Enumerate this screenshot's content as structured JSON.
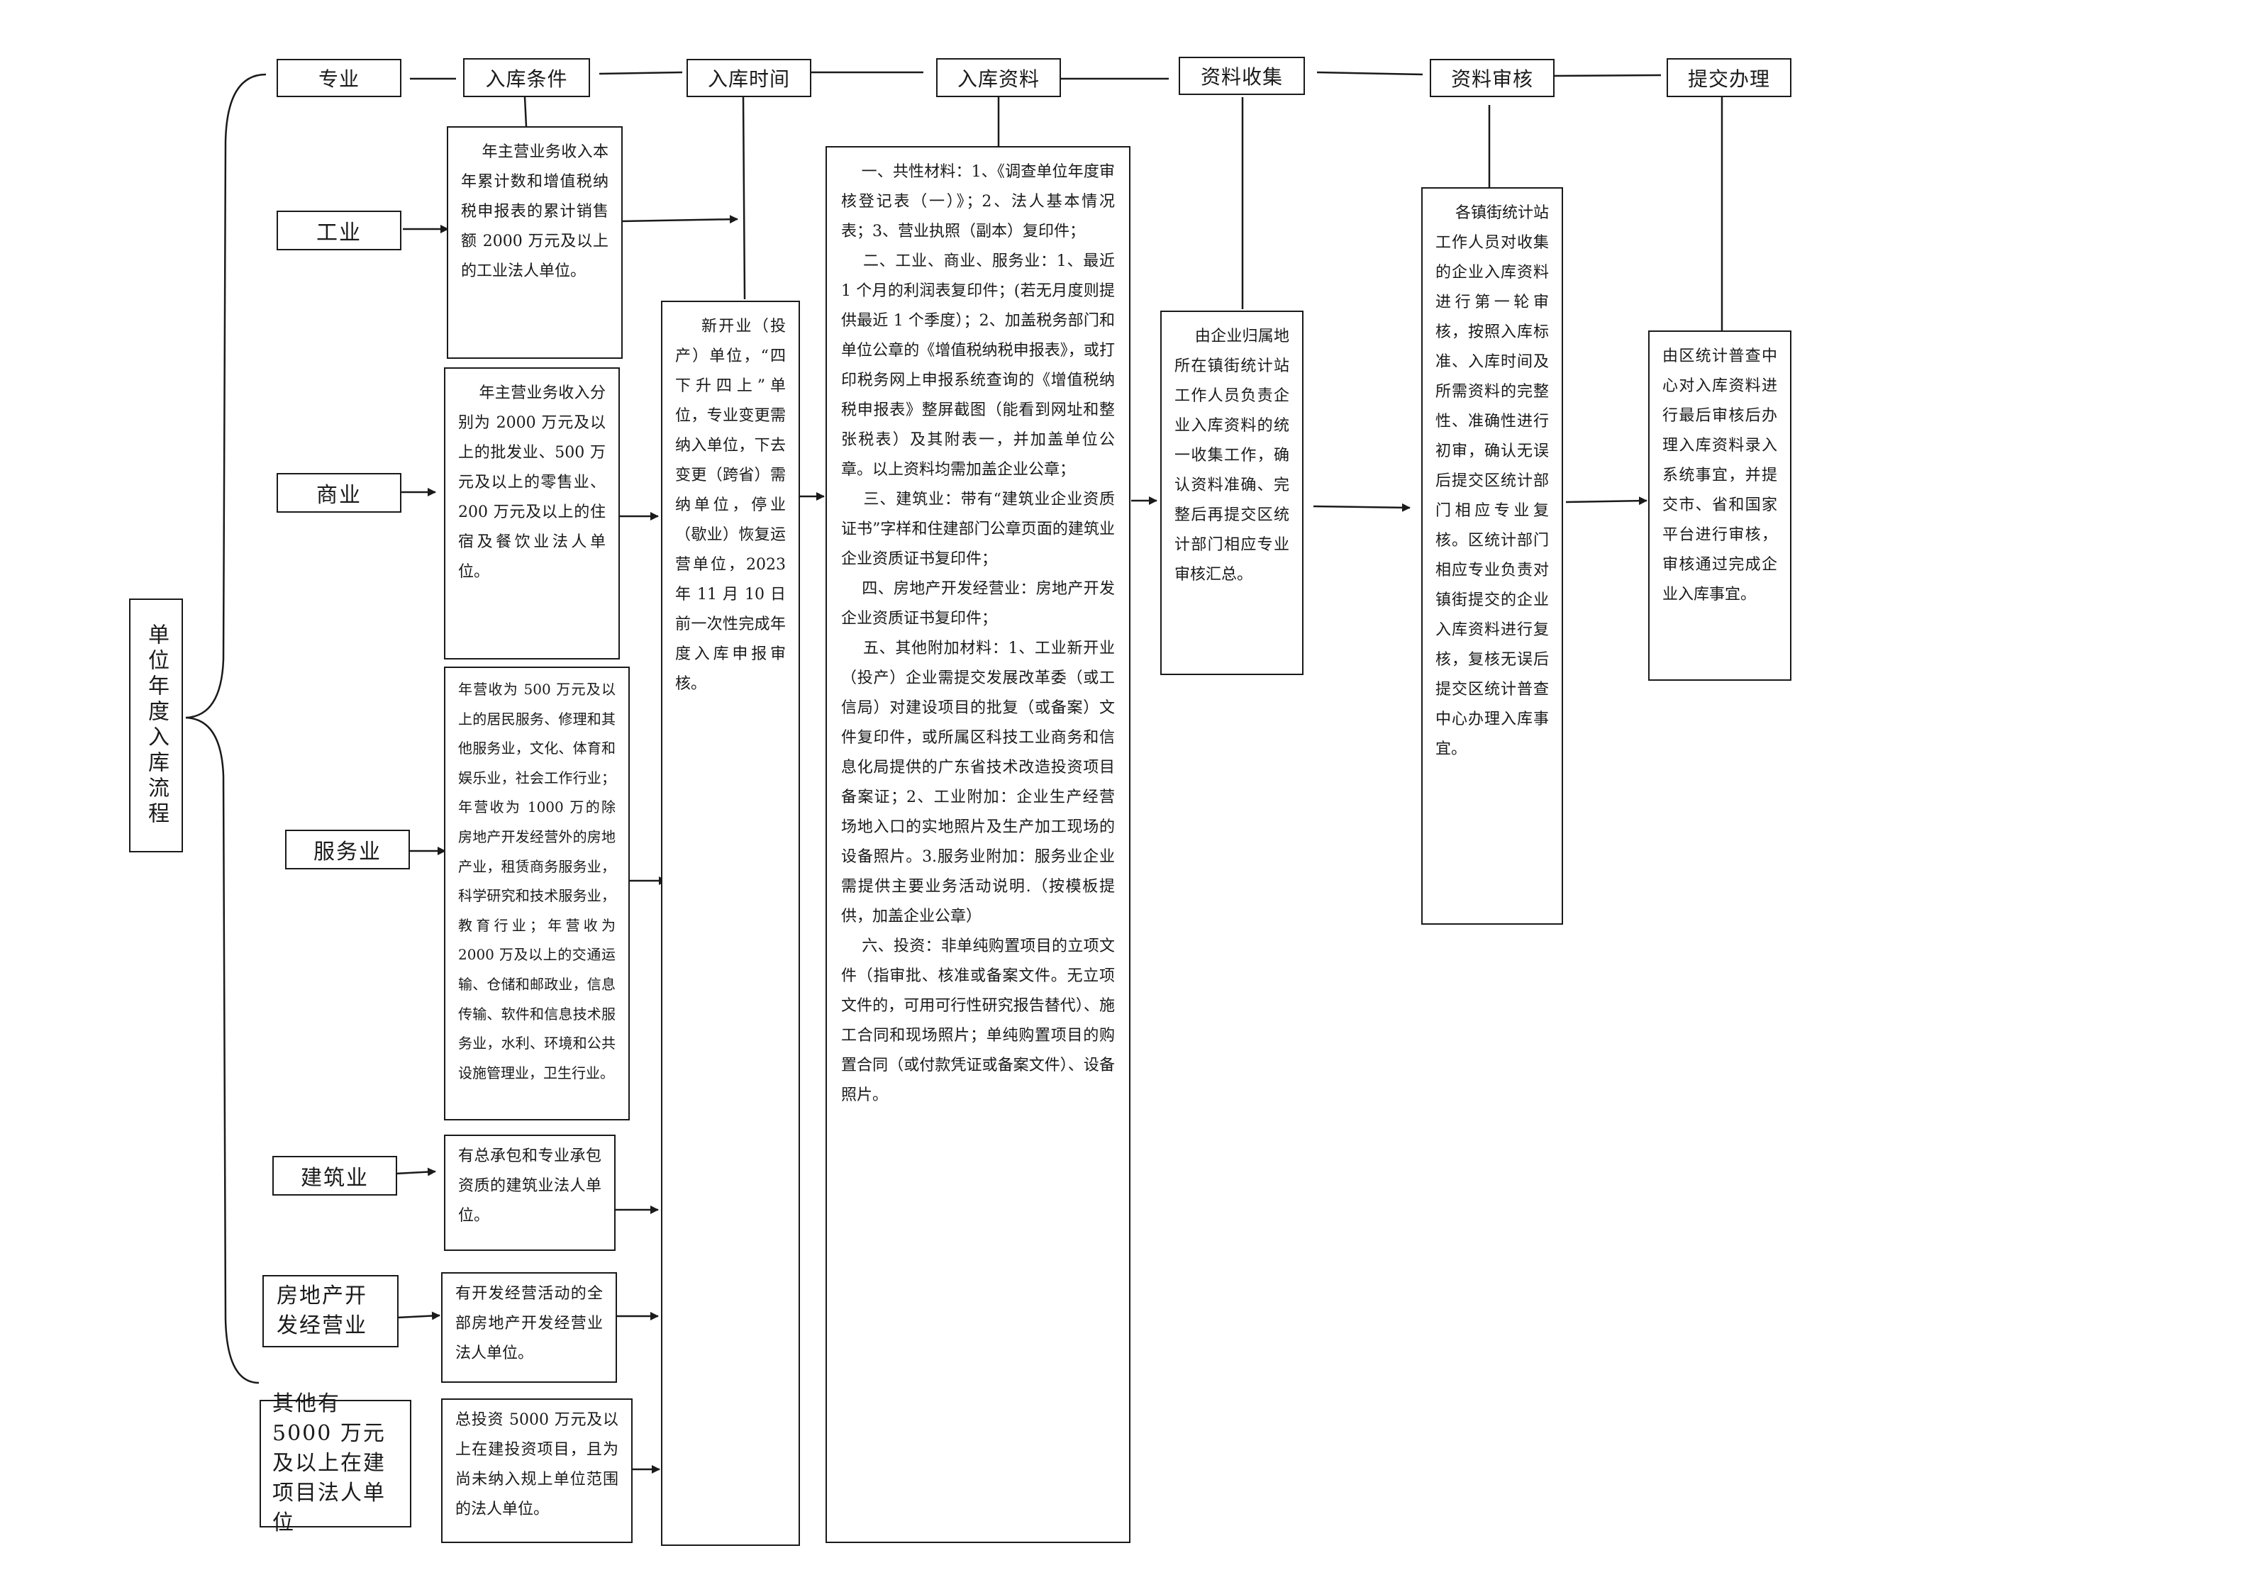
{
  "root_label": "单位年度入库流程",
  "headers": {
    "specialty": "专业",
    "entry_conditions": "入库条件",
    "entry_time": "入库时间",
    "entry_materials": "入库资料",
    "material_collection": "资料收集",
    "material_review": "资料审核",
    "submission": "提交办理"
  },
  "categories": [
    {
      "name": "工业",
      "condition": "    年主营业务收入本年累计数和增值税纳税申报表的累计销售额 2000 万元及以上的工业法人单位。"
    },
    {
      "name": "商业",
      "condition": "    年主营业务收入分别为 2000 万元及以上的批发业、500 万元及以上的零售业、200 万元及以上的住宿及餐饮业法人单位。"
    },
    {
      "name": "服务业",
      "condition": "年营收为 500 万元及以上的居民服务、修理和其他服务业，文化、体育和娱乐业，社会工作行业；年营收为 1000 万的除房地产开发经营外的房地产业，租赁商务服务业，科学研究和技术服务业，教育行业；年营收为 2000 万及以上的交通运输、仓储和邮政业，信息传输、软件和信息技术服务业，水利、环境和公共设施管理业，卫生行业。"
    },
    {
      "name": "建筑业",
      "condition": "有总承包和专业承包资质的建筑业法人单位。"
    },
    {
      "name": "房地产开发经营业",
      "condition": "有开发经营活动的全部房地产开发经营业法人单位。"
    },
    {
      "name": "其他有 5000 万元及以上在建项目法人单位",
      "condition": "总投资 5000 万元及以上在建投资项目，且为尚未纳入规上单位范围的法人单位。"
    }
  ],
  "entry_time_text": "    新开业（投产）单位，“四下升四上”单位，专业变更需纳入单位，下去变更（跨省）需纳单位，停业（歇业）恢复运营单位，2023 年 11 月 10 日前一次性完成年度入库申报审核。",
  "entry_materials_text": "    一、共性材料：1、《调查单位年度审核登记表（一）》；2、法人基本情况表；3、营业执照（副本）复印件；\n    二、工业、商业、服务业：1、最近 1 个月的利润表复印件；(若无月度则提供最近 1 个季度）；2、加盖税务部门和单位公章的《增值税纳税申报表》，或打印税务网上申报系统查询的《增值税纳税申报表》整屏截图（能看到网址和整张税表）及其附表一，并加盖单位公章。以上资料均需加盖企业公章；\n    三、建筑业：带有“建筑业企业资质证书”字样和住建部门公章页面的建筑业企业资质证书复印件；\n    四、房地产开发经营业：房地产开发企业资质证书复印件；\n    五、其他附加材料：1、工业新开业（投产）企业需提交发展改革委（或工信局）对建设项目的批复（或备案）文件复印件，或所属区科技工业商务和信息化局提供的广东省技术改造投资项目备案证；2、工业附加：企业生产经营场地入口的实地照片及生产加工现场的设备照片。3.服务业附加：服务业企业需提供主要业务活动说明.（按模板提供，加盖企业公章）\n    六、投资：非单纯购置项目的立项文件（指审批、核准或备案文件。无立项文件的，可用可行性研究报告替代）、施工合同和现场照片；单纯购置项目的购置合同（或付款凭证或备案文件）、设备照片。",
  "collection_text": "    由企业归属地所在镇街统计站工作人员负责企业入库资料的统一收集工作，确认资料准确、完整后再提交区统计部门相应专业审核汇总。",
  "review_text": "    各镇街统计站工作人员对收集的企业入库资料进行第一轮审核，按照入库标准、入库时间及所需资料的完整性、准确性进行初审，确认无误后提交区统计部门相应专业复核。区统计部门相应专业负责对镇街提交的企业入库资料进行复核，复核无误后提交区统计普查中心办理入库事宜。",
  "submission_text": "由区统计普查中心对入库资料进行最后审核后办理入库资料录入系统事宜，并提交市、省和国家平台进行审核，审核通过完成企业入库事宜。"
}
